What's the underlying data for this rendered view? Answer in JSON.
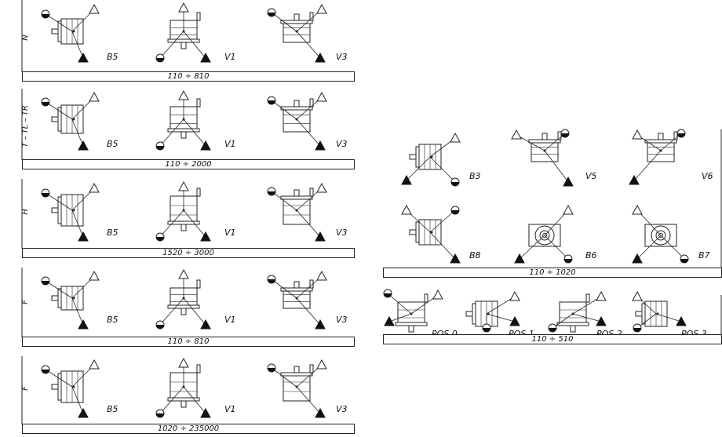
{
  "groups": [
    {
      "id": "n",
      "side_label": "N",
      "range": "110 ÷ 810",
      "positions": [
        "B5",
        "V1",
        "V3"
      ]
    },
    {
      "id": "t",
      "side_label": "T – TL – TR",
      "range": "110 ÷ 2000",
      "positions": [
        "B5",
        "V1",
        "V3"
      ]
    },
    {
      "id": "h",
      "side_label": "H",
      "range": "1520 ÷ 3000",
      "positions": [
        "B5",
        "V1",
        "V3"
      ]
    },
    {
      "id": "f1",
      "side_label": "F",
      "range": "110 ÷ 810",
      "positions": [
        "B5",
        "V1",
        "V3"
      ]
    },
    {
      "id": "f2",
      "side_label": "F",
      "range": "1020 ÷ 235000",
      "positions": [
        "B5",
        "V1",
        "V3"
      ]
    },
    {
      "id": "right-top",
      "side_label": "",
      "range": "110 ÷ 1020",
      "positions": [
        "B3",
        "V5",
        "V6",
        "B8",
        "B6",
        "B7"
      ]
    },
    {
      "id": "right-bottom",
      "side_label": "",
      "range": "110 ÷ 510",
      "positions": [
        "POS.0",
        "POS.1",
        "POS.2",
        "POS.3"
      ]
    }
  ],
  "icons": {
    "fill_plug": "open-triangle-icon",
    "drain_plug": "filled-triangle-icon",
    "level_plug": "half-filled-circle-icon"
  }
}
